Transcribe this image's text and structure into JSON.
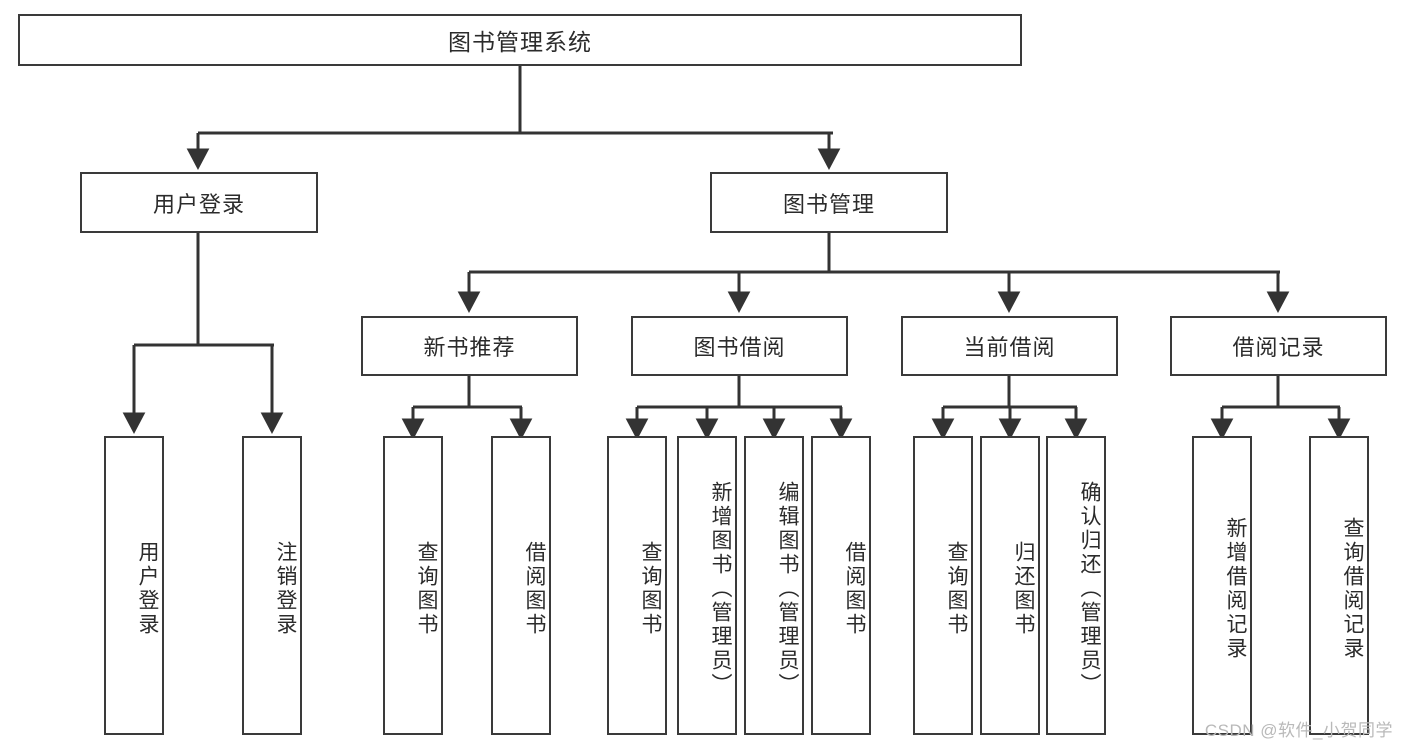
{
  "diagram": {
    "type": "tree-hierarchy",
    "title": "图书管理系统",
    "watermark": "CSDN @软件_小贺同学",
    "colors": {
      "box_border": "#3a3a3a",
      "box_fill": "#ffffff",
      "edge": "#333333",
      "text": "#2b2b2b",
      "watermark": "#b9b9b9"
    },
    "levels": {
      "level1": [
        {
          "id": "root",
          "label": "图书管理系统",
          "orientation": "horizontal"
        }
      ],
      "level2": [
        {
          "id": "login",
          "label": "用户登录",
          "orientation": "horizontal"
        },
        {
          "id": "bookmgr",
          "label": "图书管理",
          "orientation": "horizontal"
        }
      ],
      "level3": [
        {
          "id": "newbook",
          "label": "新书推荐",
          "orientation": "horizontal",
          "parent": "bookmgr"
        },
        {
          "id": "borrow",
          "label": "图书借阅",
          "orientation": "horizontal",
          "parent": "bookmgr"
        },
        {
          "id": "current",
          "label": "当前借阅",
          "orientation": "horizontal",
          "parent": "bookmgr"
        },
        {
          "id": "records",
          "label": "借阅记录",
          "orientation": "horizontal",
          "parent": "bookmgr"
        }
      ],
      "level4": [
        {
          "id": "leaf-user-login",
          "label": "用户登录",
          "orientation": "vertical",
          "parent": "login"
        },
        {
          "id": "leaf-logout",
          "label": "注销登录",
          "orientation": "vertical",
          "parent": "login"
        },
        {
          "id": "leaf-query-book-1",
          "label": "查询图书",
          "orientation": "vertical",
          "parent": "newbook"
        },
        {
          "id": "leaf-borrow-book-1",
          "label": "借阅图书",
          "orientation": "vertical",
          "parent": "newbook"
        },
        {
          "id": "leaf-query-book-2",
          "label": "查询图书",
          "orientation": "vertical",
          "parent": "borrow"
        },
        {
          "id": "leaf-add-book",
          "label": "新增图书（管理员）",
          "orientation": "vertical",
          "parent": "borrow"
        },
        {
          "id": "leaf-edit-book",
          "label": "编辑图书（管理员）",
          "orientation": "vertical",
          "parent": "borrow"
        },
        {
          "id": "leaf-borrow-book-2",
          "label": "借阅图书",
          "orientation": "vertical",
          "parent": "borrow"
        },
        {
          "id": "leaf-query-book-3",
          "label": "查询图书",
          "orientation": "vertical",
          "parent": "current"
        },
        {
          "id": "leaf-return-book",
          "label": "归还图书",
          "orientation": "vertical",
          "parent": "current"
        },
        {
          "id": "leaf-confirm-return",
          "label": "确认归还（管理员）",
          "orientation": "vertical",
          "parent": "current"
        },
        {
          "id": "leaf-add-record",
          "label": "新增借阅记录",
          "orientation": "vertical",
          "parent": "records"
        },
        {
          "id": "leaf-query-record",
          "label": "查询借阅记录",
          "orientation": "vertical",
          "parent": "records"
        }
      ]
    }
  }
}
